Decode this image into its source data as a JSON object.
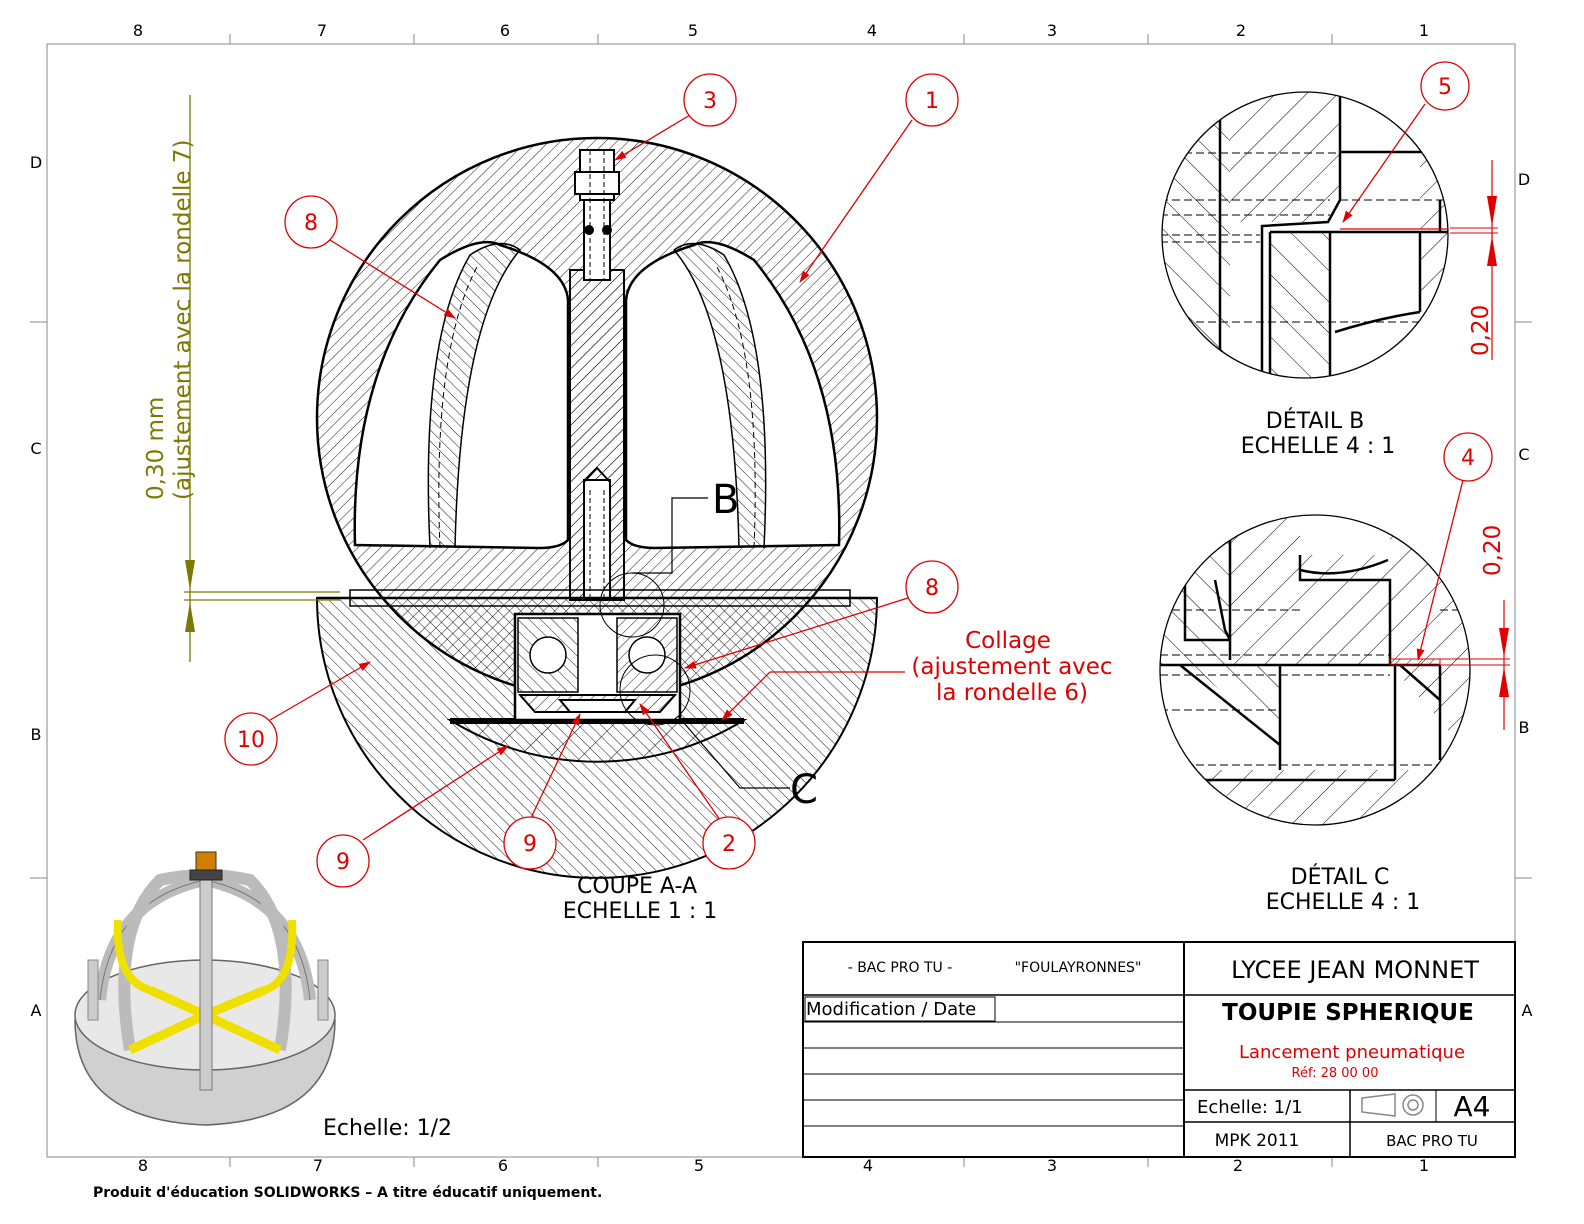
{
  "border": {
    "top_numbers": [
      "8",
      "7",
      "6",
      "5",
      "4",
      "3",
      "2",
      "1"
    ],
    "bottom_numbers": [
      "8",
      "7",
      "6",
      "5",
      "4",
      "3",
      "2",
      "1"
    ],
    "left_letters": [
      "D",
      "C",
      "B",
      "A"
    ],
    "right_letters": [
      "D",
      "C",
      "B",
      "A"
    ]
  },
  "section_view": {
    "title": "COUPE A-A",
    "scale": "ECHELLE 1 : 1",
    "label_b": "B",
    "label_c": "C",
    "balloons": [
      "1",
      "3",
      "8",
      "8",
      "10",
      "9",
      "9",
      "2"
    ],
    "note_red": [
      "Collage",
      "(ajustement avec",
      "la rondelle 6)"
    ],
    "note_olive": [
      "0,30 mm",
      "(ajustement avec la rondelle 7)"
    ]
  },
  "detail_b": {
    "title": "DÉTAIL B",
    "scale": "ECHELLE 4 : 1",
    "balloon": "5",
    "dimension": "0,20"
  },
  "detail_c": {
    "title": "DÉTAIL C",
    "scale": "ECHELLE 4 : 1",
    "balloon": "4",
    "dimension": "0,20"
  },
  "iso_view": {
    "scale": "Echelle: 1/2"
  },
  "title_block": {
    "program": "- BAC PRO TU -",
    "location": "\"FOULAYRONNES\"",
    "school": "LYCEE JEAN MONNET",
    "part_name": "TOUPIE SPHERIQUE",
    "subtitle": "Lancement pneumatique",
    "reference": "Réf: 28 00 00",
    "modification_label": "Modification / Date",
    "scale": "Echelle: 1/1",
    "format": "A4",
    "author": "MPK  2011",
    "section": "BAC PRO TU"
  },
  "footer": "Produit d'éducation SOLIDWORKS – A titre éducatif uniquement."
}
